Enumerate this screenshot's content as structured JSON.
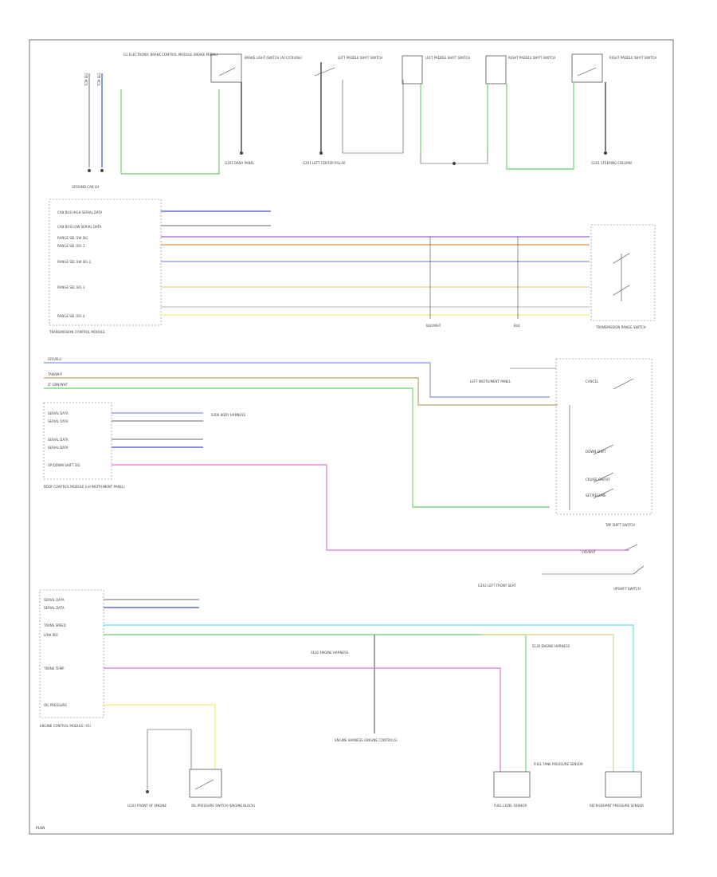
{
  "footer": {
    "code": "PL6N"
  },
  "colors": {
    "blue": "#5b6fd6",
    "lightblue": "#9aa6ee",
    "green": "#7fdc7f",
    "violet": "#b07ce0",
    "orange": "#f2a25a",
    "tan": "#e8d89a",
    "yellow": "#f5ee8a",
    "pink": "#e58ae0",
    "cyan": "#7fe0e8",
    "gray": "#9a9a9a"
  },
  "top": {
    "sensor_col_labels": [
      "TCM SIG",
      "TCM SIG"
    ],
    "g1": "G1 ELECTRONIC BRAKE CONTROL MODULE (BRAKE PEDAL)",
    "s1": "BRAKE LIGHT SWITCH (ACC/CRUISE)",
    "s2": "LEFT PADDLE SHIFT SWITCH",
    "s3": "LEFT PADDLE SHIFT SWITCH",
    "s4": "RIGHT PADDLE SHIFT SWITCH",
    "s5": "RIGHT PADDLE SHIFT SWITCH",
    "ground_left": "GROUND CAB LH",
    "ground_g1": "G201 DASH PANEL",
    "ground_g2": "G201 LEFT CENTER PILLAR",
    "ground_g3": "G201 STEERING COLUMN"
  },
  "tcm": {
    "title": "TRANSMISSION CONTROL MODULE",
    "pins": [
      "CAN BUS HIGH SERIAL DATA",
      "CAN BUS LOW SERIAL DATA",
      "RANGE SEL SW SIG",
      "RANGE SEL SIG 1",
      "RANGE SEL SW SIG 2",
      "RANGE SEL SIG 3",
      "RANGE SEL SIG 4"
    ],
    "circuit_a": "BLK/WHT",
    "circuit_b": "BLK",
    "switch_title": "TRANSMISSION RANGE SWITCH"
  },
  "mid": {
    "left_wires": [
      "GRY/BLU",
      "TAN/WHT",
      "LT GRN/WHT"
    ],
    "bcm_title": "BODY CONTROL MODULE (LH INSTRUMENT PANEL)",
    "bcm_pins": [
      "SERIAL DATA",
      "SERIAL DATA",
      "SERIAL DATA",
      "SERIAL DATA",
      "UP/DOWN SHIFT SIG"
    ],
    "switch_title": "TAP SHIFT SWITCH",
    "switch_labels": [
      "DOWN SHIFT",
      "CRUISE ON/OFF",
      "CANCEL",
      "SET/RESUME"
    ],
    "splice_left": "S306 BODY HARNESS",
    "up_wire": "VIO/WHT",
    "up_label": "UPSHIFT SWITCH",
    "ground_right": "G202 LEFT FRONT SEAT",
    "ground_label": "LEFT INSTRUMENT PANEL"
  },
  "ecm": {
    "title": "ENGINE CONTROL MODULE (X1)",
    "pins": [
      "SERIAL DATA",
      "SERIAL DATA",
      "TRANS SPEED",
      "LOW REF",
      "TRANS TEMP",
      "OIL PRESSURE"
    ],
    "splice_mid": "S102 ENGINE HARNESS",
    "splice_mid2": "ENGINE HARNESS (ENGINE CONTROLS)",
    "sensor_label": "OIL PRESSURE SWITCH (ENGINE BLOCK)",
    "pressure_label": "FUEL TANK PRESSURE SENSOR",
    "fuel_label": "FUEL LEVEL SENSOR",
    "module_label": "REFRIGERANT PRESSURE SENSOR",
    "s130": "S130 ENGINE HARNESS",
    "ground_bottom": "G103 FRONT OF ENGINE"
  }
}
